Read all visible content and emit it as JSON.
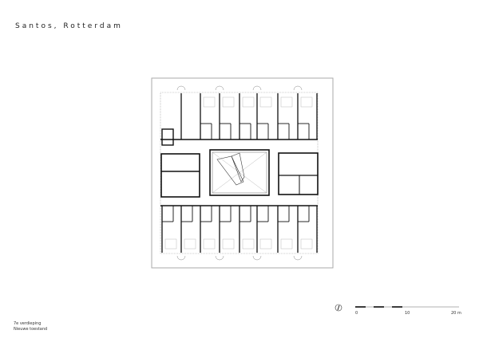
{
  "title": "Santos, Rotterdam",
  "captions": {
    "floor": "7e verdieping",
    "state": "Nieuwe toestand"
  },
  "scale_bar": {
    "labels": [
      "0",
      "10",
      "20 m"
    ],
    "unit": "m"
  },
  "north_arrow": {
    "icon": "north-arrow-icon"
  },
  "colors": {
    "wall": "#111111",
    "thin_line": "#bbbbbb",
    "background": "#ffffff"
  }
}
